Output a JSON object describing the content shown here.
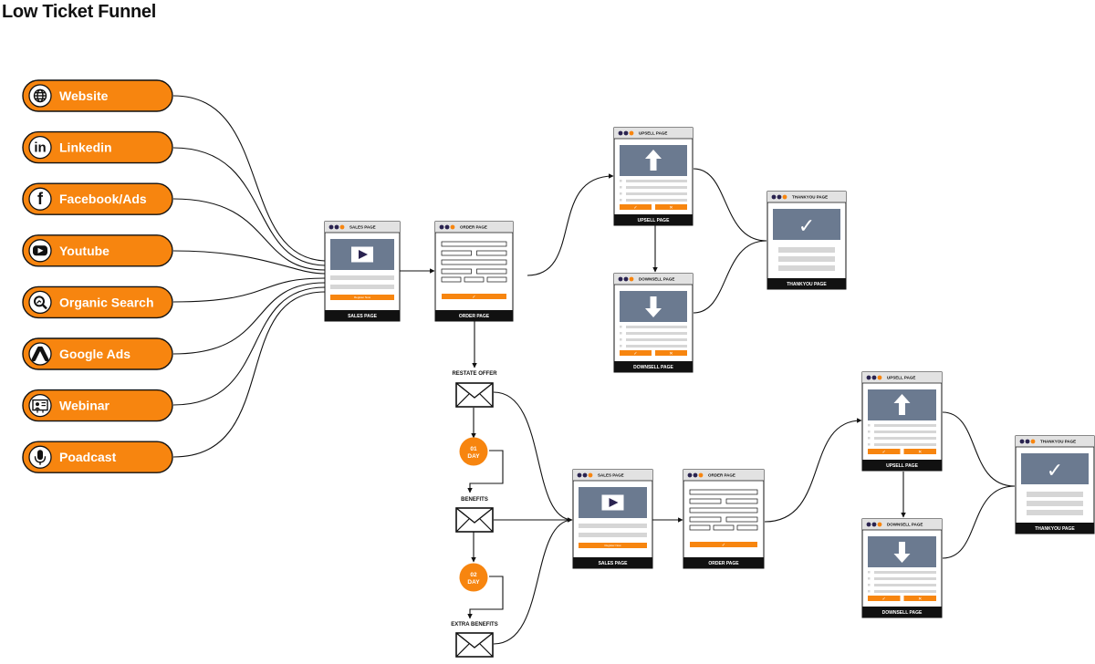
{
  "title": "Low Ticket Funnel",
  "colors": {
    "accent": "#f7850f",
    "panel": "#6b7a90",
    "line": "#111111",
    "bar": "#d6d6d6"
  },
  "sources": [
    {
      "label": "Website",
      "icon": "globe-icon"
    },
    {
      "label": "Linkedin",
      "icon": "linkedin-icon"
    },
    {
      "label": "Facebook/Ads",
      "icon": "facebook-icon"
    },
    {
      "label": "Youtube",
      "icon": "youtube-icon"
    },
    {
      "label": "Organic Search",
      "icon": "search-icon"
    },
    {
      "label": "Google Ads",
      "icon": "google-ads-icon"
    },
    {
      "label": "Webinar",
      "icon": "webinar-icon"
    },
    {
      "label": "Poadcast",
      "icon": "microphone-icon"
    }
  ],
  "pages": {
    "sales": {
      "title": "SALES PAGE",
      "footer": "SALES PAGE",
      "button": "Register Now"
    },
    "sales2": {
      "title": "SALES PAGE",
      "footer": "SALES PAGE",
      "button": "Register Now"
    },
    "order": {
      "title": "ORDER PAGE",
      "footer": "ORDER PAGE",
      "button": "✓"
    },
    "order2": {
      "title": "ORDER PAGE",
      "footer": "ORDER PAGE",
      "button": "✓"
    },
    "upsell": {
      "title": "UPSELL PAGE",
      "footer": "UPSELL PAGE",
      "yes": "✓",
      "no": "✕"
    },
    "upsell2": {
      "title": "UPSELL PAGE",
      "footer": "UPSELL PAGE",
      "yes": "✓",
      "no": "✕"
    },
    "downsell": {
      "title": "DOWNSELL PAGE",
      "footer": "DOWNSELL PAGE",
      "yes": "✓",
      "no": "✕"
    },
    "downsell2": {
      "title": "DOWNSELL PAGE",
      "footer": "DOWNSELL PAGE",
      "yes": "✓",
      "no": "✕"
    },
    "thankyou": {
      "title": "THANKYOU PAGE",
      "footer": "THANKYOU PAGE"
    },
    "thankyou2": {
      "title": "THANKYOU PAGE",
      "footer": "THANKYOU PAGE"
    }
  },
  "email_sequence": [
    {
      "label": "RESTATE OFFER"
    },
    {
      "label": "BENEFITS"
    },
    {
      "label": "EXTRA BENEFITS"
    }
  ],
  "delays": [
    {
      "num": "01",
      "unit": "DAY"
    },
    {
      "num": "02",
      "unit": "DAY"
    }
  ]
}
